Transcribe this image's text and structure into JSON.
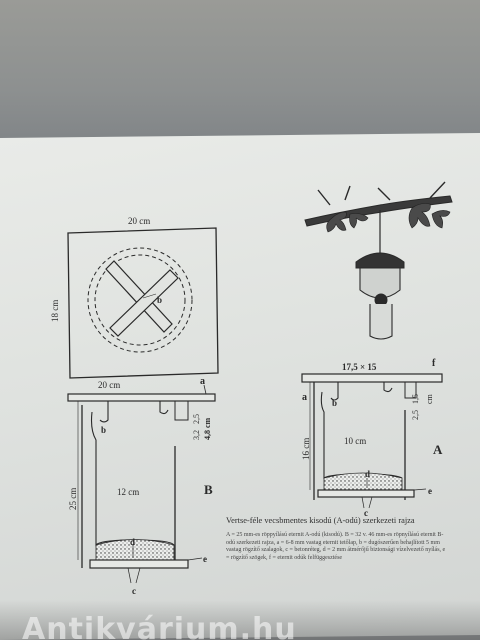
{
  "labels": {
    "top_width": "20 cm",
    "top_height": "18 cm",
    "cross_b": "b",
    "a_width": "20 cm",
    "a_letter": "a",
    "a_b": "b",
    "a_dims_1": "3,2",
    "a_dims_2": "2,5",
    "a_dims_3": "4,8 cm",
    "a_height": "25 cm",
    "a_inner": "12 cm",
    "a_d": "d",
    "a_e": "e",
    "a_c": "c",
    "a_letter_big": "B",
    "b_width": "17,5 × 15",
    "b_a": "a",
    "b_b": "b",
    "b_dims_1": "2,5",
    "b_dims_2": "1,5",
    "b_dims_3": "cm",
    "b_height": "16 cm",
    "b_inner": "10 cm",
    "b_d": "d",
    "b_e": "e",
    "b_c": "c",
    "b_letter_big": "A",
    "f_label": "f"
  },
  "caption": {
    "title": "Vertse-féle vecsbmentes kisodú (A-odú) szerkezeti rajza",
    "legend": "A = 25 mm-es röppyílású eternit A-odú (kisodú). B = 32 v. 46 mm-es röpnyílású eternit B-odú szerkezeti rajza, a = 6-8 mm vastag eternit tetőlap, b = dugószerűen behajlított 5 mm vastag rögzítő szalagok, c = betonréteg, d = 2 mm átmérőjű biztonsági víz­elvezető nyílás, e = rögzítő szögek, f = eternit odúk felfüggesztése"
  },
  "watermark": "Antikvárium.hu"
}
